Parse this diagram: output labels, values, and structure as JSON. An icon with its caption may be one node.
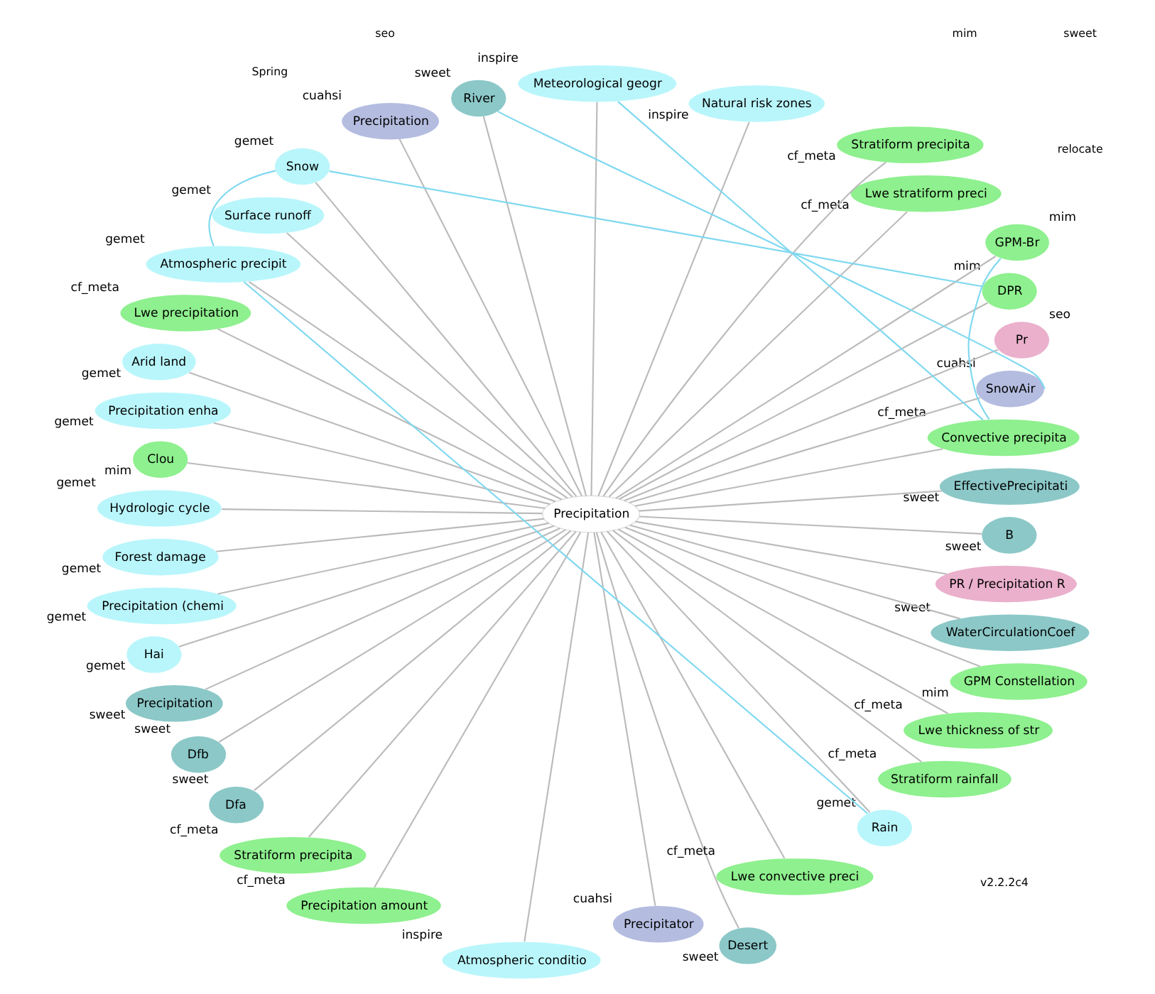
{
  "diagram": {
    "nodes": [
      {
        "text": [
          "Precipitation"
        ]
      },
      {
        "text": [
          "EffectivePrecipitati"
        ],
        "beside": [
          "sweet"
        ]
      },
      {
        "text": [
          "Convective precipita"
        ],
        "beside": [
          "cf_meta"
        ]
      },
      {
        "text": [
          "SnowAir"
        ],
        "beside": [
          "cuahsi"
        ]
      },
      {
        "text": [
          "Pr"
        ],
        "beside": [
          "seo"
        ]
      },
      {
        "text": [
          "DPR"
        ],
        "beside": [
          "mim"
        ]
      },
      {
        "text": [
          "GPM-Br"
        ],
        "beside": [
          "mim"
        ]
      },
      {
        "text": [
          "Lwe stratiform preci"
        ],
        "beside": [
          "cf_meta"
        ]
      },
      {
        "text": [
          "Stratiform precipita"
        ],
        "beside": [
          "cf_meta"
        ]
      },
      {
        "text": [
          "Natural risk zones"
        ],
        "beside": [
          "inspire"
        ]
      },
      {
        "text": [
          "Meteorological geogr"
        ],
        "beside": [
          "inspire"
        ]
      },
      {
        "text": [
          "River"
        ],
        "beside": [
          "sweet"
        ]
      },
      {
        "text": [
          "Precipitation"
        ],
        "beside": [
          "cuahsi"
        ]
      },
      {
        "text": [
          "Snow"
        ],
        "beside": [
          "gemet"
        ]
      },
      {
        "text": [
          "Surface runoff"
        ],
        "beside": [
          "gemet"
        ]
      },
      {
        "text": [
          "Atmospheric precipit"
        ],
        "beside": [
          "gemet"
        ]
      },
      {
        "text": [
          "Lwe precipitation"
        ],
        "beside": [
          "cf_meta"
        ]
      },
      {
        "text": [
          "Arid land"
        ],
        "beside": [
          "gemet"
        ]
      },
      {
        "text": [
          "Precipitation enha"
        ],
        "beside": [
          "gemet"
        ]
      },
      {
        "text": [
          "Clou"
        ],
        "beside": [
          "mim"
        ]
      },
      {
        "text": [
          "Hydrologic cycle"
        ],
        "beside": [
          "gemet"
        ]
      },
      {
        "text": [
          "Forest damage"
        ],
        "beside": [
          "gemet"
        ]
      },
      {
        "text": [
          "Precipitation (chemi"
        ],
        "beside": [
          "gemet"
        ]
      },
      {
        "text": [
          "Hai"
        ],
        "beside": [
          "gemet"
        ]
      },
      {
        "text": [
          "Precipitation"
        ],
        "beside": [
          "sweet"
        ]
      },
      {
        "text": [
          "Dfb"
        ],
        "beside": [
          "sweet"
        ]
      },
      {
        "text": [
          "Dfa"
        ],
        "beside": [
          "sweet"
        ]
      },
      {
        "text": [
          "Stratiform precipita"
        ],
        "beside": [
          "cf_meta"
        ]
      },
      {
        "text": [
          "Precipitation amount"
        ],
        "beside": [
          "cf_meta"
        ]
      },
      {
        "text": [
          "Atmospheric conditio"
        ],
        "beside": [
          "inspire"
        ]
      },
      {
        "text": [
          "Desert"
        ],
        "beside": [
          "sweet"
        ]
      },
      {
        "text": [
          "Precipitator"
        ],
        "beside": [
          "cuahsi"
        ]
      },
      {
        "text": [
          "Lwe convective preci"
        ],
        "beside": [
          "cf_meta"
        ]
      },
      {
        "text": [
          "Rain"
        ],
        "beside": [
          "gemet"
        ]
      },
      {
        "text": [
          "Stratiform rainfall"
        ],
        "beside": [
          "cf_meta"
        ]
      },
      {
        "text": [
          "Lwe thickness of str"
        ],
        "beside": [
          "cf_meta"
        ]
      },
      {
        "text": [
          "GPM Constellation"
        ],
        "beside": [
          "mim"
        ]
      },
      {
        "text": [
          "WaterCirculationCoef"
        ],
        "beside": [
          "sweet"
        ]
      },
      {
        "text": [
          "PR / Precipitation R"
        ]
      },
      {
        "text": [
          "B"
        ],
        "beside": [
          "sweet"
        ]
      }
    ],
    "edges": [
      {
        "from": 0,
        "to": 1,
        "arrow": "none"
      },
      {
        "from": 0,
        "to": 2,
        "arrow": "none"
      },
      {
        "from": 0,
        "to": 3,
        "arrow": "none"
      },
      {
        "from": 0,
        "to": 4,
        "arrow": "none"
      },
      {
        "from": 0,
        "to": 5,
        "arrow": "none"
      },
      {
        "from": 0,
        "to": 6,
        "arrow": "none"
      },
      {
        "from": 0,
        "to": 7,
        "arrow": "none"
      },
      {
        "from": 0,
        "to": 8,
        "arrow": "none"
      },
      {
        "from": 0,
        "to": 9,
        "arrow": "none"
      },
      {
        "from": 0,
        "to": 10,
        "arrow": "none"
      },
      {
        "from": 0,
        "to": 11,
        "arrow": "none"
      },
      {
        "from": 0,
        "to": 12,
        "arrow": "none"
      },
      {
        "from": 0,
        "to": 13,
        "arrow": "none"
      },
      {
        "from": 0,
        "to": 14,
        "arrow": "none"
      },
      {
        "from": 0,
        "to": 15,
        "arrow": "none"
      },
      {
        "from": 0,
        "to": 16,
        "arrow": "none"
      },
      {
        "from": 0,
        "to": 17,
        "arrow": "none"
      },
      {
        "from": 0,
        "to": 18,
        "arrow": "none"
      },
      {
        "from": 0,
        "to": 19,
        "arrow": "none"
      },
      {
        "from": 0,
        "to": 20,
        "arrow": "none"
      },
      {
        "from": 0,
        "to": 21,
        "arrow": "none"
      },
      {
        "from": 0,
        "to": 22,
        "arrow": "none"
      },
      {
        "from": 0,
        "to": 23,
        "arrow": "none"
      },
      {
        "from": 0,
        "to": 24,
        "arrow": "none"
      },
      {
        "from": 0,
        "to": 25,
        "arrow": "none"
      },
      {
        "from": 0,
        "to": 26,
        "arrow": "none"
      },
      {
        "from": 0,
        "to": 27,
        "arrow": "none"
      },
      {
        "from": 0,
        "to": 28,
        "arrow": "none"
      },
      {
        "from": 0,
        "to": 29,
        "arrow": "none"
      },
      {
        "from": 0,
        "to": 30,
        "arrow": "none"
      },
      {
        "from": 0,
        "to": 31,
        "arrow": "none"
      },
      {
        "from": 0,
        "to": 32,
        "arrow": "none"
      },
      {
        "from": 0,
        "to": 33,
        "arrow": "none"
      },
      {
        "from": 0,
        "to": 34,
        "arrow": "none"
      },
      {
        "from": 0,
        "to": 35,
        "arrow": "none"
      },
      {
        "from": 0,
        "to": 36,
        "arrow": "none"
      },
      {
        "from": 0,
        "to": 37,
        "arrow": "none"
      },
      {
        "from": 0,
        "to": 38,
        "arrow": "none"
      },
      {
        "from": 0,
        "to": 39,
        "arrow": "none"
      },
      {
        "from": 5,
        "to": 13,
        "arrow": "none",
        "color": "#7fd8f0"
      },
      {
        "from": 13,
        "to": 15,
        "arrow": "none",
        "color": "#7fd8f0"
      },
      {
        "from": 3,
        "to": 11,
        "arrow": "none",
        "color": "#7fd8f0"
      },
      {
        "from": 2,
        "to": 10,
        "arrow": "none",
        "color": "#7fd8f0"
      },
      {
        "from": 33,
        "to": 15,
        "arrow": "none",
        "color": "#7fd8f0"
      },
      {
        "from": 6,
        "to": 2,
        "arrow": "none",
        "color": "#7fd8f0"
      }
    ],
    "labels": [
      "v2.2.2c4",
      "Spring",
      "relocate",
      "sweet",
      "mim",
      "seo"
    ]
  }
}
